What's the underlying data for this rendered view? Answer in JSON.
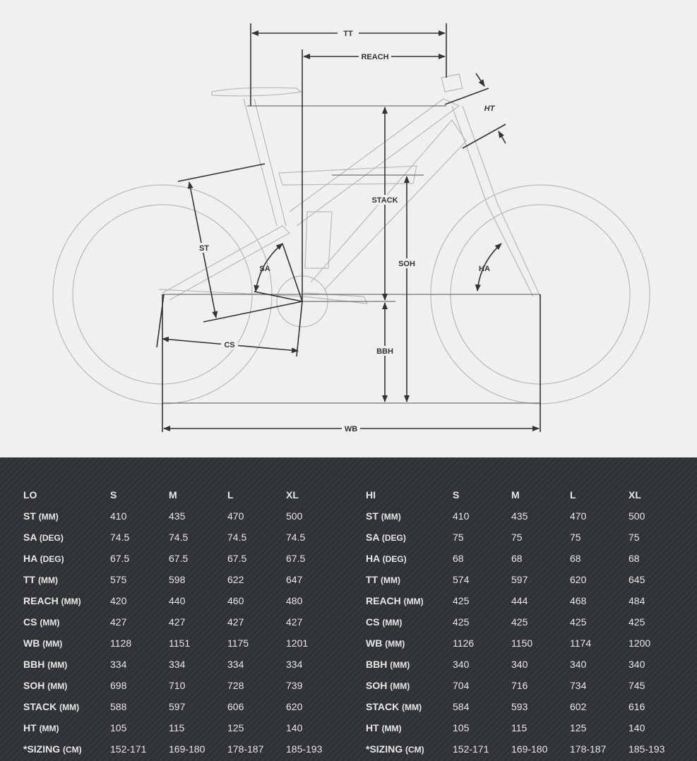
{
  "diagram": {
    "labels": {
      "tt": "TT",
      "reach": "REACH",
      "ht": "HT",
      "stack": "STACK",
      "st": "ST",
      "sa": "SA",
      "soh": "SOH",
      "ha": "HA",
      "cs": "CS",
      "bbh": "BBH",
      "wb": "WB"
    }
  },
  "tables": [
    {
      "title": "LO",
      "sizes": [
        "S",
        "M",
        "L",
        "XL"
      ],
      "rows": [
        {
          "label": "ST",
          "unit": "(MM)",
          "values": [
            "410",
            "435",
            "470",
            "500"
          ]
        },
        {
          "label": "SA",
          "unit": "(DEG)",
          "values": [
            "74.5",
            "74.5",
            "74.5",
            "74.5"
          ]
        },
        {
          "label": "HA",
          "unit": "(DEG)",
          "values": [
            "67.5",
            "67.5",
            "67.5",
            "67.5"
          ]
        },
        {
          "label": "TT",
          "unit": "(MM)",
          "values": [
            "575",
            "598",
            "622",
            "647"
          ]
        },
        {
          "label": "REACH",
          "unit": "(MM)",
          "values": [
            "420",
            "440",
            "460",
            "480"
          ]
        },
        {
          "label": "CS",
          "unit": "(MM)",
          "values": [
            "427",
            "427",
            "427",
            "427"
          ]
        },
        {
          "label": "WB",
          "unit": "(MM)",
          "values": [
            "1128",
            "1151",
            "1175",
            "1201"
          ]
        },
        {
          "label": "BBH",
          "unit": "(MM)",
          "values": [
            "334",
            "334",
            "334",
            "334"
          ]
        },
        {
          "label": "SOH",
          "unit": "(MM)",
          "values": [
            "698",
            "710",
            "728",
            "739"
          ]
        },
        {
          "label": "STACK",
          "unit": "(MM)",
          "values": [
            "588",
            "597",
            "606",
            "620"
          ]
        },
        {
          "label": "HT",
          "unit": "(MM)",
          "values": [
            "105",
            "115",
            "125",
            "140"
          ]
        },
        {
          "label": "*SIZING",
          "unit": "(CM)",
          "values": [
            "152-171",
            "169-180",
            "178-187",
            "185-193"
          ]
        }
      ]
    },
    {
      "title": "HI",
      "sizes": [
        "S",
        "M",
        "L",
        "XL"
      ],
      "rows": [
        {
          "label": "ST",
          "unit": "(MM)",
          "values": [
            "410",
            "435",
            "470",
            "500"
          ]
        },
        {
          "label": "SA",
          "unit": "(DEG)",
          "values": [
            "75",
            "75",
            "75",
            "75"
          ]
        },
        {
          "label": "HA",
          "unit": "(DEG)",
          "values": [
            "68",
            "68",
            "68",
            "68"
          ]
        },
        {
          "label": "TT",
          "unit": "(MM)",
          "values": [
            "574",
            "597",
            "620",
            "645"
          ]
        },
        {
          "label": "REACH",
          "unit": "(MM)",
          "values": [
            "425",
            "444",
            "468",
            "484"
          ]
        },
        {
          "label": "CS",
          "unit": "(MM)",
          "values": [
            "425",
            "425",
            "425",
            "425"
          ]
        },
        {
          "label": "WB",
          "unit": "(MM)",
          "values": [
            "1126",
            "1150",
            "1174",
            "1200"
          ]
        },
        {
          "label": "BBH",
          "unit": "(MM)",
          "values": [
            "340",
            "340",
            "340",
            "340"
          ]
        },
        {
          "label": "SOH",
          "unit": "(MM)",
          "values": [
            "704",
            "716",
            "734",
            "745"
          ]
        },
        {
          "label": "STACK",
          "unit": "(MM)",
          "values": [
            "584",
            "593",
            "602",
            "616"
          ]
        },
        {
          "label": "HT",
          "unit": "(MM)",
          "values": [
            "105",
            "115",
            "125",
            "140"
          ]
        },
        {
          "label": "*SIZING",
          "unit": "(CM)",
          "values": [
            "152-171",
            "169-180",
            "178-187",
            "185-193"
          ]
        }
      ]
    }
  ]
}
